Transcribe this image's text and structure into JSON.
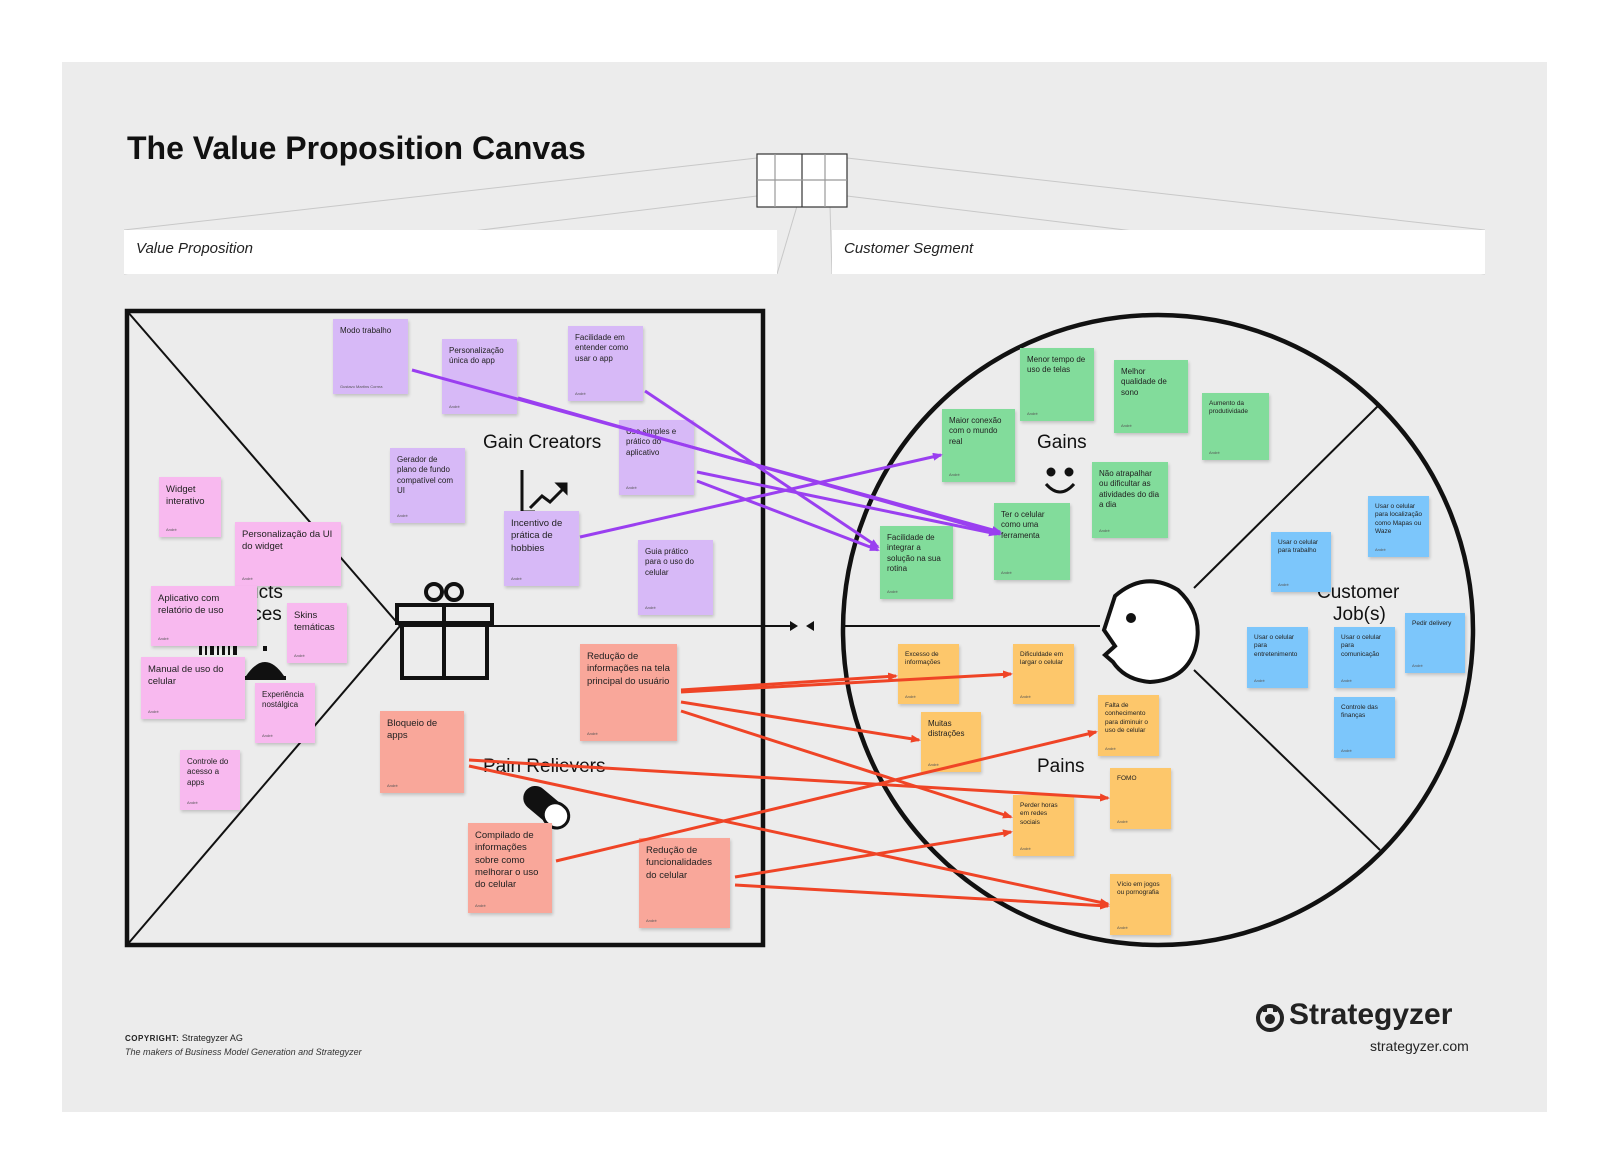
{
  "title": "The Value Proposition Canvas",
  "tabs": {
    "value_proposition": "Value Proposition",
    "customer_segment": "Customer Segment"
  },
  "labels": {
    "gain_creators": "Gain Creators",
    "pain_relievers": "Pain Relievers",
    "products_line1": "ucts",
    "products_line2": "ices",
    "gains": "Gains",
    "pains": "Pains",
    "customer_jobs_line1": "Customer",
    "customer_jobs_line2": "Job(s)"
  },
  "notes": {
    "modo_trabalho": {
      "text": "Modo trabalho",
      "author": "Gustavo Martins Correa"
    },
    "personalizacao_app": {
      "text": "Personalização única do app",
      "author": "André"
    },
    "facilidade": {
      "text": "Facilidade em entender como usar o app",
      "author": "André"
    },
    "uso_simples": {
      "text": "Uso simples e prático do aplicativo",
      "author": "André"
    },
    "gerador": {
      "text": "Gerador de plano de fundo compatível com UI",
      "author": "André"
    },
    "incentivo": {
      "text": "Incentivo de prática de hobbies",
      "author": "André"
    },
    "guia": {
      "text": "Guia prático para o uso do celular",
      "author": "André"
    },
    "widget": {
      "text": "Widget interativo",
      "author": "André"
    },
    "personalizacao_ui": {
      "text": "Personalização da UI do widget",
      "author": "André"
    },
    "aplicativo_relatorio": {
      "text": "Aplicativo com relatório de uso",
      "author": "André"
    },
    "skins": {
      "text": "Skins temáticas",
      "author": "André"
    },
    "manual": {
      "text": "Manual de uso do celular",
      "author": "André"
    },
    "experiencia": {
      "text": "Experiência nostálgica",
      "author": "André"
    },
    "controle_acesso": {
      "text": "Controle do acesso a apps",
      "author": "André"
    },
    "reducao_info": {
      "text": "Redução de informações na tela principal do usuário",
      "author": "André"
    },
    "bloqueio": {
      "text": "Bloqueio de apps",
      "author": "André"
    },
    "compilado": {
      "text": "Compilado de informações sobre como melhorar o uso do celular",
      "author": "André"
    },
    "reducao_func": {
      "text": "Redução de funcionalidades do celular",
      "author": "André"
    },
    "menor_tempo": {
      "text": "Menor tempo de uso de telas",
      "author": "André"
    },
    "melhor_sono": {
      "text": "Melhor qualidade de sono",
      "author": "André"
    },
    "maior_conexao": {
      "text": "Maior conexão com o mundo real",
      "author": "André"
    },
    "aumento_prod": {
      "text": "Aumento da produtividade",
      "author": "André"
    },
    "nao_atrapalhar": {
      "text": "Não atrapalhar ou dificultar as atividades do dia a dia",
      "author": "André"
    },
    "ter_celular": {
      "text": "Ter o celular como uma ferramenta",
      "author": "André"
    },
    "facilidade_integrar": {
      "text": "Facilidade de integrar a solução na sua rotina",
      "author": "André"
    },
    "excesso": {
      "text": "Excesso de informações",
      "author": "André"
    },
    "dificuldade_largar": {
      "text": "Dificuldade em largar o celular",
      "author": "André"
    },
    "muitas_distracoes": {
      "text": "Muitas distrações",
      "author": "André"
    },
    "falta_conhecimento": {
      "text": "Falta de conhecimento para diminuir o uso de celular",
      "author": "André"
    },
    "fomo": {
      "text": "FOMO",
      "author": "André"
    },
    "perder_horas": {
      "text": "Perder horas em redes sociais",
      "author": "André"
    },
    "vicio": {
      "text": "Vício em jogos ou pornografia",
      "author": "André"
    },
    "trabalho": {
      "text": "Usar o celular para trabalho",
      "author": "André"
    },
    "localizacao": {
      "text": "Usar o celular para localização como Mapas ou Waze",
      "author": "André"
    },
    "entretenimento": {
      "text": "Usar o celular para entretenimento",
      "author": "André"
    },
    "comunicacao": {
      "text": "Usar o celular para comunicação",
      "author": "André"
    },
    "delivery": {
      "text": "Pedir delivery",
      "author": "André"
    },
    "financas": {
      "text": "Controle das finanças",
      "author": "André"
    }
  },
  "footer": {
    "copyright_label": "COPYRIGHT:",
    "copyright_holder": "Strategyzer AG",
    "makers": "The makers of Business Model Generation and Strategyzer",
    "brand": "Strategyzer",
    "url": "strategyzer.com"
  },
  "colors": {
    "purple_arrow": "#9a3ff0",
    "red_arrow": "#ef4426",
    "purple_note": "#d7b9f7",
    "pink_note": "#f8b9ef",
    "salmon_note": "#f9a79a",
    "green_note": "#82dc9b",
    "orange_note": "#fdc76b",
    "blue_note": "#7cc6fb"
  }
}
